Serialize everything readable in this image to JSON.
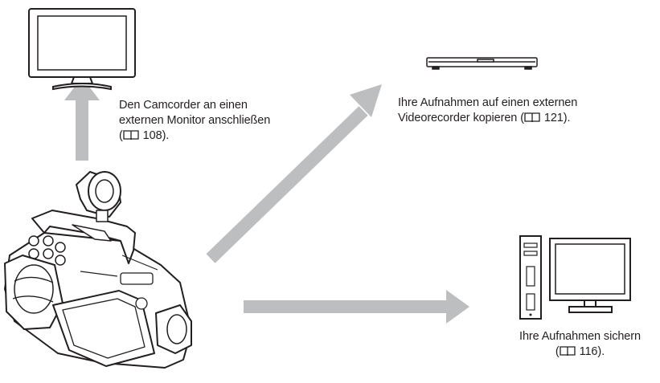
{
  "captions": {
    "monitor": {
      "line1": "Den Camcorder an einen",
      "line2": "externen Monitor anschließen",
      "line3_prefix": "(",
      "page": "108",
      "line3_suffix": ")."
    },
    "recorder": {
      "line1": "Ihre Aufnahmen auf einen externen",
      "line2_prefix": "Videorecorder kopieren (",
      "page": "121",
      "line2_suffix": ")."
    },
    "computer": {
      "line1": "Ihre Aufnahmen sichern",
      "line2_prefix": "(",
      "page": "116",
      "line2_suffix": ")."
    }
  },
  "icons": [
    "tv-monitor-icon",
    "video-recorder-icon",
    "desktop-computer-icon",
    "camcorder-icon",
    "book-reference-icon"
  ],
  "colors": {
    "arrow": "#bcbec0",
    "outline": "#231f20",
    "background": "#ffffff"
  }
}
